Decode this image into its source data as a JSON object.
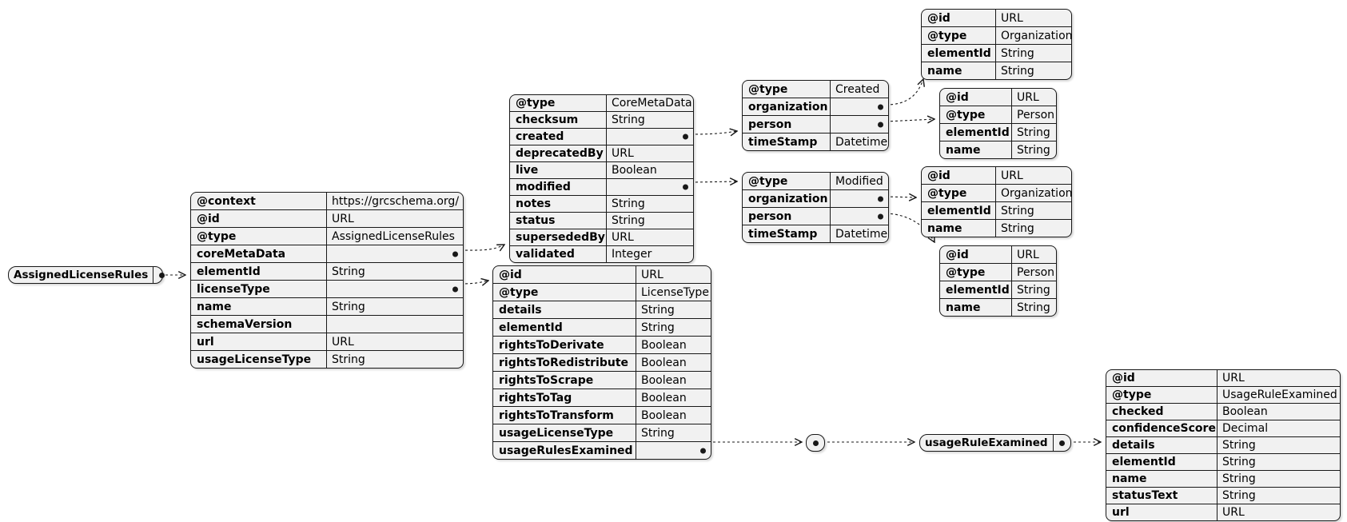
{
  "diagram": {
    "title": "AssignedLicenseRules schema diagram",
    "colors": {
      "background": "#ffffff",
      "cell_fill": "#f1f1f1",
      "border": "#181818",
      "text": "#000000"
    },
    "nodes": [
      {
        "id": "assignedLicenseRulesNode",
        "label": "AssignedLicenseRules",
        "bullet": true
      },
      {
        "id": "usageRuleExaminedNode",
        "label": "usageRuleExamined",
        "bullet": true
      },
      {
        "id": "junctionNode",
        "label": "",
        "bullet": true
      }
    ],
    "tables": [
      {
        "id": "assignedLicenseRulesAttrs",
        "rows": [
          [
            "@context",
            "https://grcschema.org/"
          ],
          [
            "@id",
            "URL"
          ],
          [
            "@type",
            "AssignedLicenseRules"
          ],
          [
            "coreMetaData",
            "",
            true
          ],
          [
            "elementId",
            "String"
          ],
          [
            "licenseType",
            "",
            true
          ],
          [
            "name",
            "String"
          ],
          [
            "schemaVersion",
            ""
          ],
          [
            "url",
            "URL"
          ],
          [
            "usageLicenseType",
            "String"
          ]
        ]
      },
      {
        "id": "coreMetaData",
        "rows": [
          [
            "@type",
            "CoreMetaData"
          ],
          [
            "checksum",
            "String"
          ],
          [
            "created",
            "",
            true
          ],
          [
            "deprecatedBy",
            "URL"
          ],
          [
            "live",
            "Boolean"
          ],
          [
            "modified",
            "",
            true
          ],
          [
            "notes",
            "String"
          ],
          [
            "status",
            "String"
          ],
          [
            "supersededBy",
            "URL"
          ],
          [
            "validated",
            "Integer"
          ]
        ]
      },
      {
        "id": "created",
        "rows": [
          [
            "@type",
            "Created"
          ],
          [
            "organization",
            "",
            true
          ],
          [
            "person",
            "",
            true
          ],
          [
            "timeStamp",
            "Datetime"
          ]
        ]
      },
      {
        "id": "modified",
        "rows": [
          [
            "@type",
            "Modified"
          ],
          [
            "organization",
            "",
            true
          ],
          [
            "person",
            "",
            true
          ],
          [
            "timeStamp",
            "Datetime"
          ]
        ]
      },
      {
        "id": "organizationCreated",
        "rows": [
          [
            "@id",
            "URL"
          ],
          [
            "@type",
            "Organization"
          ],
          [
            "elementId",
            "String"
          ],
          [
            "name",
            "String"
          ]
        ]
      },
      {
        "id": "personCreated",
        "rows": [
          [
            "@id",
            "URL"
          ],
          [
            "@type",
            "Person"
          ],
          [
            "elementId",
            "String"
          ],
          [
            "name",
            "String"
          ]
        ]
      },
      {
        "id": "organizationModified",
        "rows": [
          [
            "@id",
            "URL"
          ],
          [
            "@type",
            "Organization"
          ],
          [
            "elementId",
            "String"
          ],
          [
            "name",
            "String"
          ]
        ]
      },
      {
        "id": "personModified",
        "rows": [
          [
            "@id",
            "URL"
          ],
          [
            "@type",
            "Person"
          ],
          [
            "elementId",
            "String"
          ],
          [
            "name",
            "String"
          ]
        ]
      },
      {
        "id": "licenseType",
        "rows": [
          [
            "@id",
            "URL"
          ],
          [
            "@type",
            "LicenseType"
          ],
          [
            "details",
            "String"
          ],
          [
            "elementId",
            "String"
          ],
          [
            "rightsToDerivate",
            "Boolean"
          ],
          [
            "rightsToRedistribute",
            "Boolean"
          ],
          [
            "rightsToScrape",
            "Boolean"
          ],
          [
            "rightsToTag",
            "Boolean"
          ],
          [
            "rightsToTransform",
            "Boolean"
          ],
          [
            "usageLicenseType",
            "String"
          ],
          [
            "usageRulesExamined",
            "",
            true
          ]
        ]
      },
      {
        "id": "usageRuleExaminedAttrs",
        "rows": [
          [
            "@id",
            "URL"
          ],
          [
            "@type",
            "UsageRuleExamined"
          ],
          [
            "checked",
            "Boolean"
          ],
          [
            "confidenceScore",
            "Decimal"
          ],
          [
            "details",
            "String"
          ],
          [
            "elementId",
            "String"
          ],
          [
            "name",
            "String"
          ],
          [
            "statusText",
            "String"
          ],
          [
            "url",
            "URL"
          ]
        ]
      }
    ],
    "connections": [
      {
        "from": "assignedLicenseRulesNode",
        "to": "assignedLicenseRulesAttrs"
      },
      {
        "from": "assignedLicenseRulesAttrs.coreMetaData",
        "to": "coreMetaData"
      },
      {
        "from": "assignedLicenseRulesAttrs.licenseType",
        "to": "licenseType"
      },
      {
        "from": "coreMetaData.created",
        "to": "created"
      },
      {
        "from": "coreMetaData.modified",
        "to": "modified"
      },
      {
        "from": "created.organization",
        "to": "organizationCreated"
      },
      {
        "from": "created.person",
        "to": "personCreated"
      },
      {
        "from": "modified.organization",
        "to": "organizationModified"
      },
      {
        "from": "modified.person",
        "to": "personModified"
      },
      {
        "from": "licenseType.usageRulesExamined",
        "to": "junctionNode"
      },
      {
        "from": "junctionNode",
        "to": "usageRuleExaminedNode"
      },
      {
        "from": "usageRuleExaminedNode",
        "to": "usageRuleExaminedAttrs"
      }
    ]
  }
}
